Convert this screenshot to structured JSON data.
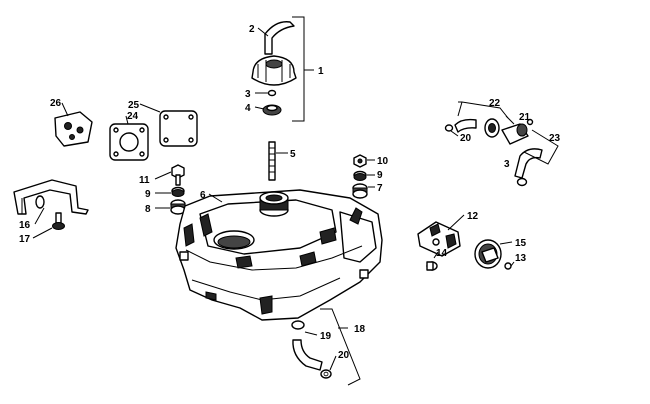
{
  "callouts": {
    "c1": "1",
    "c2": "2",
    "c3a": "3",
    "c3b": "3",
    "c4": "4",
    "c5": "5",
    "c6": "6",
    "c7": "7",
    "c8": "8",
    "c9a": "9",
    "c9b": "9",
    "c10": "10",
    "c11": "11",
    "c12": "12",
    "c13": "13",
    "c14": "14",
    "c15": "15",
    "c16": "16",
    "c17": "17",
    "c18": "18",
    "c19": "19",
    "c20a": "20",
    "c20b": "20",
    "c21": "21",
    "c22": "22",
    "c23": "23",
    "c24": "24",
    "c25": "25",
    "c26": "26"
  }
}
